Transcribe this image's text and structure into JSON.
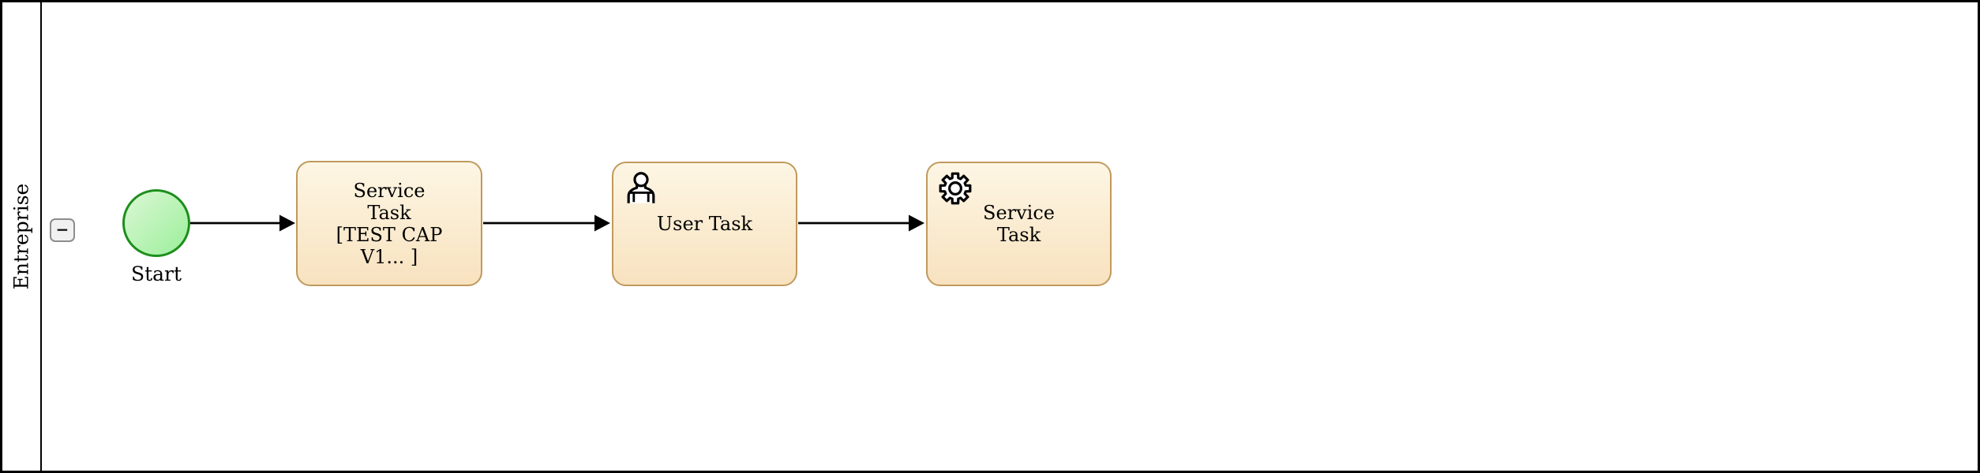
{
  "pool": {
    "lane_label": "Entreprise",
    "collapse_button_label": "−"
  },
  "process": {
    "start_event": {
      "label": "Start"
    },
    "tasks": [
      {
        "name": "Service Task [TEST CAP V1... ]",
        "display_label": "Service\nTask\n[TEST CAP\nV1... ]",
        "type": "service",
        "icon": "none"
      },
      {
        "name": "User Task",
        "display_label": "User Task",
        "type": "user",
        "icon": "user-icon"
      },
      {
        "name": "Service Task",
        "display_label": "Service\nTask",
        "type": "service",
        "icon": "gear-icon"
      }
    ],
    "flows": [
      {
        "from": "Start",
        "to": "Service Task [TEST CAP V1... ]"
      },
      {
        "from": "Service Task [TEST CAP V1... ]",
        "to": "User Task"
      },
      {
        "from": "User Task",
        "to": "Service Task"
      }
    ]
  },
  "colors": {
    "pool_border": "#000000",
    "task_border": "#c0995c",
    "task_fill_top": "#fdf6e4",
    "task_fill_bottom": "#f8e2bf",
    "start_border": "#1d8e1d",
    "start_fill_light": "#dcf7d4",
    "start_fill_dark": "#9bef9b",
    "flow": "#000000"
  }
}
